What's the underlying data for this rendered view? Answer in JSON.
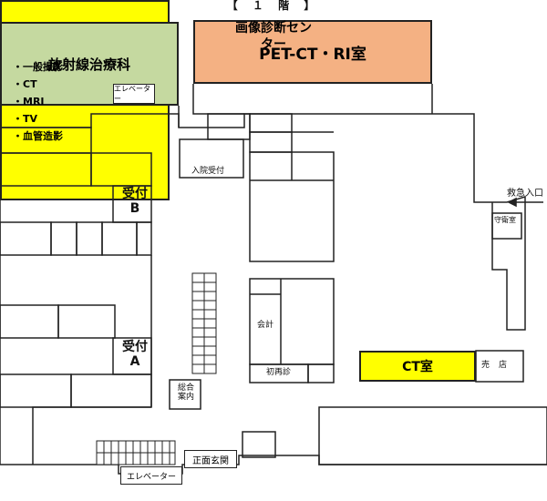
{
  "floor_title": "【 １ 階 】",
  "rooms": {
    "radiation_therapy": "放射線治療科",
    "pet_ct_ri": "PET-CT・RI室",
    "elevator_top": "エレベーター",
    "imaging_center_title": [
      "画像診断セン",
      "ター"
    ],
    "imaging_center_items": [
      "・一般撮影",
      "・CT",
      "・MRI",
      "・TV",
      "・血管造影"
    ],
    "ct_room": "CT室",
    "shop": "売店",
    "emergency_entrance": "救急入口",
    "guard_room": "守衛室",
    "reception_b": [
      "受付",
      "B"
    ],
    "reception_a": [
      "受付",
      "A"
    ],
    "admission_reception": "入院受付",
    "accounting": "会計",
    "first_visit": "初再診",
    "general_info": [
      "総合",
      "案内"
    ],
    "main_entrance": "正面玄関",
    "elevator_bottom": "エレベーター"
  },
  "colors": {
    "radiation_therapy": "#c5d9a0",
    "pet_ct_ri": "#f4b183",
    "imaging_center": "#ffff00",
    "ct_room": "#ffff00",
    "wall": "#222222"
  }
}
